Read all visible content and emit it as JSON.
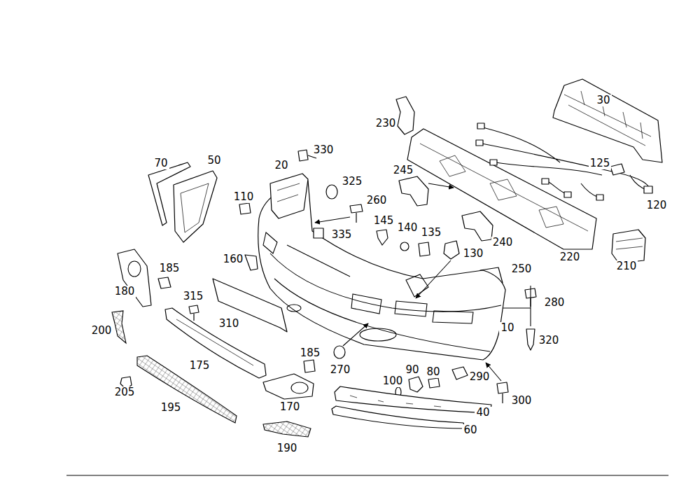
{
  "diagram": {
    "labels": [
      "30",
      "230",
      "330",
      "50",
      "70",
      "125",
      "20",
      "245",
      "325",
      "110",
      "260",
      "120",
      "145",
      "140",
      "135",
      "335",
      "240",
      "130",
      "220",
      "160",
      "210",
      "185",
      "250",
      "180",
      "315",
      "280",
      "310",
      "10",
      "200",
      "320",
      "185",
      "175",
      "270",
      "90",
      "80",
      "290",
      "100",
      "205",
      "300",
      "195",
      "170",
      "40",
      "190",
      "60"
    ]
  }
}
